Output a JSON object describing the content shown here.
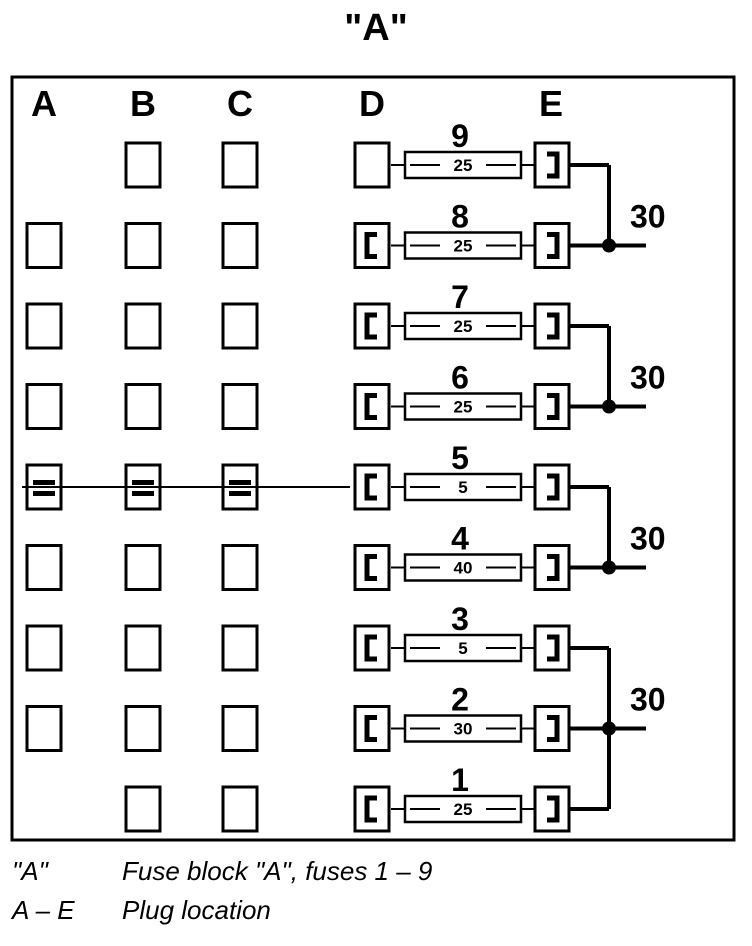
{
  "title": "\"A\"",
  "columns": [
    "A",
    "B",
    "C",
    "D",
    "E"
  ],
  "rows": [
    {
      "fuse": "9",
      "rating": "25",
      "a": false,
      "b": true,
      "c": true,
      "d_clip": false,
      "five": false
    },
    {
      "fuse": "8",
      "rating": "25",
      "a": true,
      "b": true,
      "c": true,
      "d_clip": true,
      "five": false
    },
    {
      "fuse": "7",
      "rating": "25",
      "a": true,
      "b": true,
      "c": true,
      "d_clip": true,
      "five": false
    },
    {
      "fuse": "6",
      "rating": "25",
      "a": true,
      "b": true,
      "c": true,
      "d_clip": true,
      "five": false
    },
    {
      "fuse": "5",
      "rating": "5",
      "a": true,
      "b": true,
      "c": true,
      "d_clip": true,
      "five": true
    },
    {
      "fuse": "4",
      "rating": "40",
      "a": true,
      "b": true,
      "c": true,
      "d_clip": true,
      "five": false
    },
    {
      "fuse": "3",
      "rating": "5",
      "a": true,
      "b": true,
      "c": true,
      "d_clip": true,
      "five": false
    },
    {
      "fuse": "2",
      "rating": "30",
      "a": true,
      "b": true,
      "c": true,
      "d_clip": true,
      "five": false
    },
    {
      "fuse": "1",
      "rating": "25",
      "a": false,
      "b": true,
      "c": true,
      "d_clip": true,
      "five": false
    }
  ],
  "buses": [
    {
      "label": "30",
      "rows": [
        0,
        1
      ]
    },
    {
      "label": "30",
      "rows": [
        2,
        3
      ]
    },
    {
      "label": "30",
      "rows": [
        4,
        5
      ]
    },
    {
      "label": "30",
      "rows": [
        6,
        7,
        8
      ]
    }
  ],
  "legend": [
    {
      "key": "\"A\"",
      "text": "Fuse block \"A\", fuses 1 – 9"
    },
    {
      "key": "A – E",
      "text": "Plug location"
    }
  ]
}
